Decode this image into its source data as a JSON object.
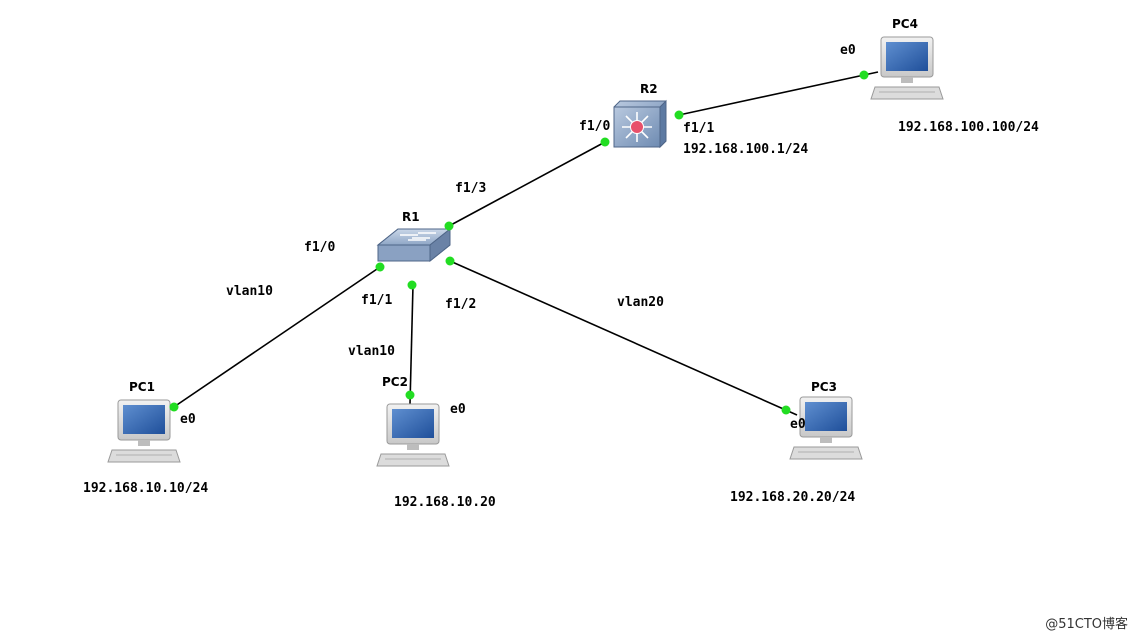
{
  "nodes": {
    "r1": {
      "name": "R1"
    },
    "r2": {
      "name": "R2"
    },
    "pc1": {
      "name": "PC1"
    },
    "pc2": {
      "name": "PC2"
    },
    "pc3": {
      "name": "PC3"
    },
    "pc4": {
      "name": "PC4"
    }
  },
  "ports": {
    "r1_f10": "f1/0",
    "r1_f11": "f1/1",
    "r1_f12": "f1/2",
    "r1_f13": "f1/3",
    "r2_f10": "f1/0",
    "r2_f11": "f1/1",
    "pc1_e0": "e0",
    "pc2_e0": "e0",
    "pc3_e0": "e0",
    "pc4_e0": "e0"
  },
  "vlans": {
    "pc1": "vlan10",
    "pc2": "vlan10",
    "pc3": "vlan20"
  },
  "addresses": {
    "pc1": "192.168.10.10/24",
    "pc2": "192.168.10.20",
    "pc3": "192.168.20.20/24",
    "pc4": "192.168.100.100/24",
    "r2": "192.168.100.1/24"
  },
  "watermark": "@51CTO博客",
  "colors": {
    "link": "#000000",
    "port_dot": "#22dd22",
    "router_dot": "#e8506a"
  },
  "icons": {
    "r1": "switch-icon",
    "r2": "multilayer-switch-icon",
    "pc": "pc-icon"
  }
}
